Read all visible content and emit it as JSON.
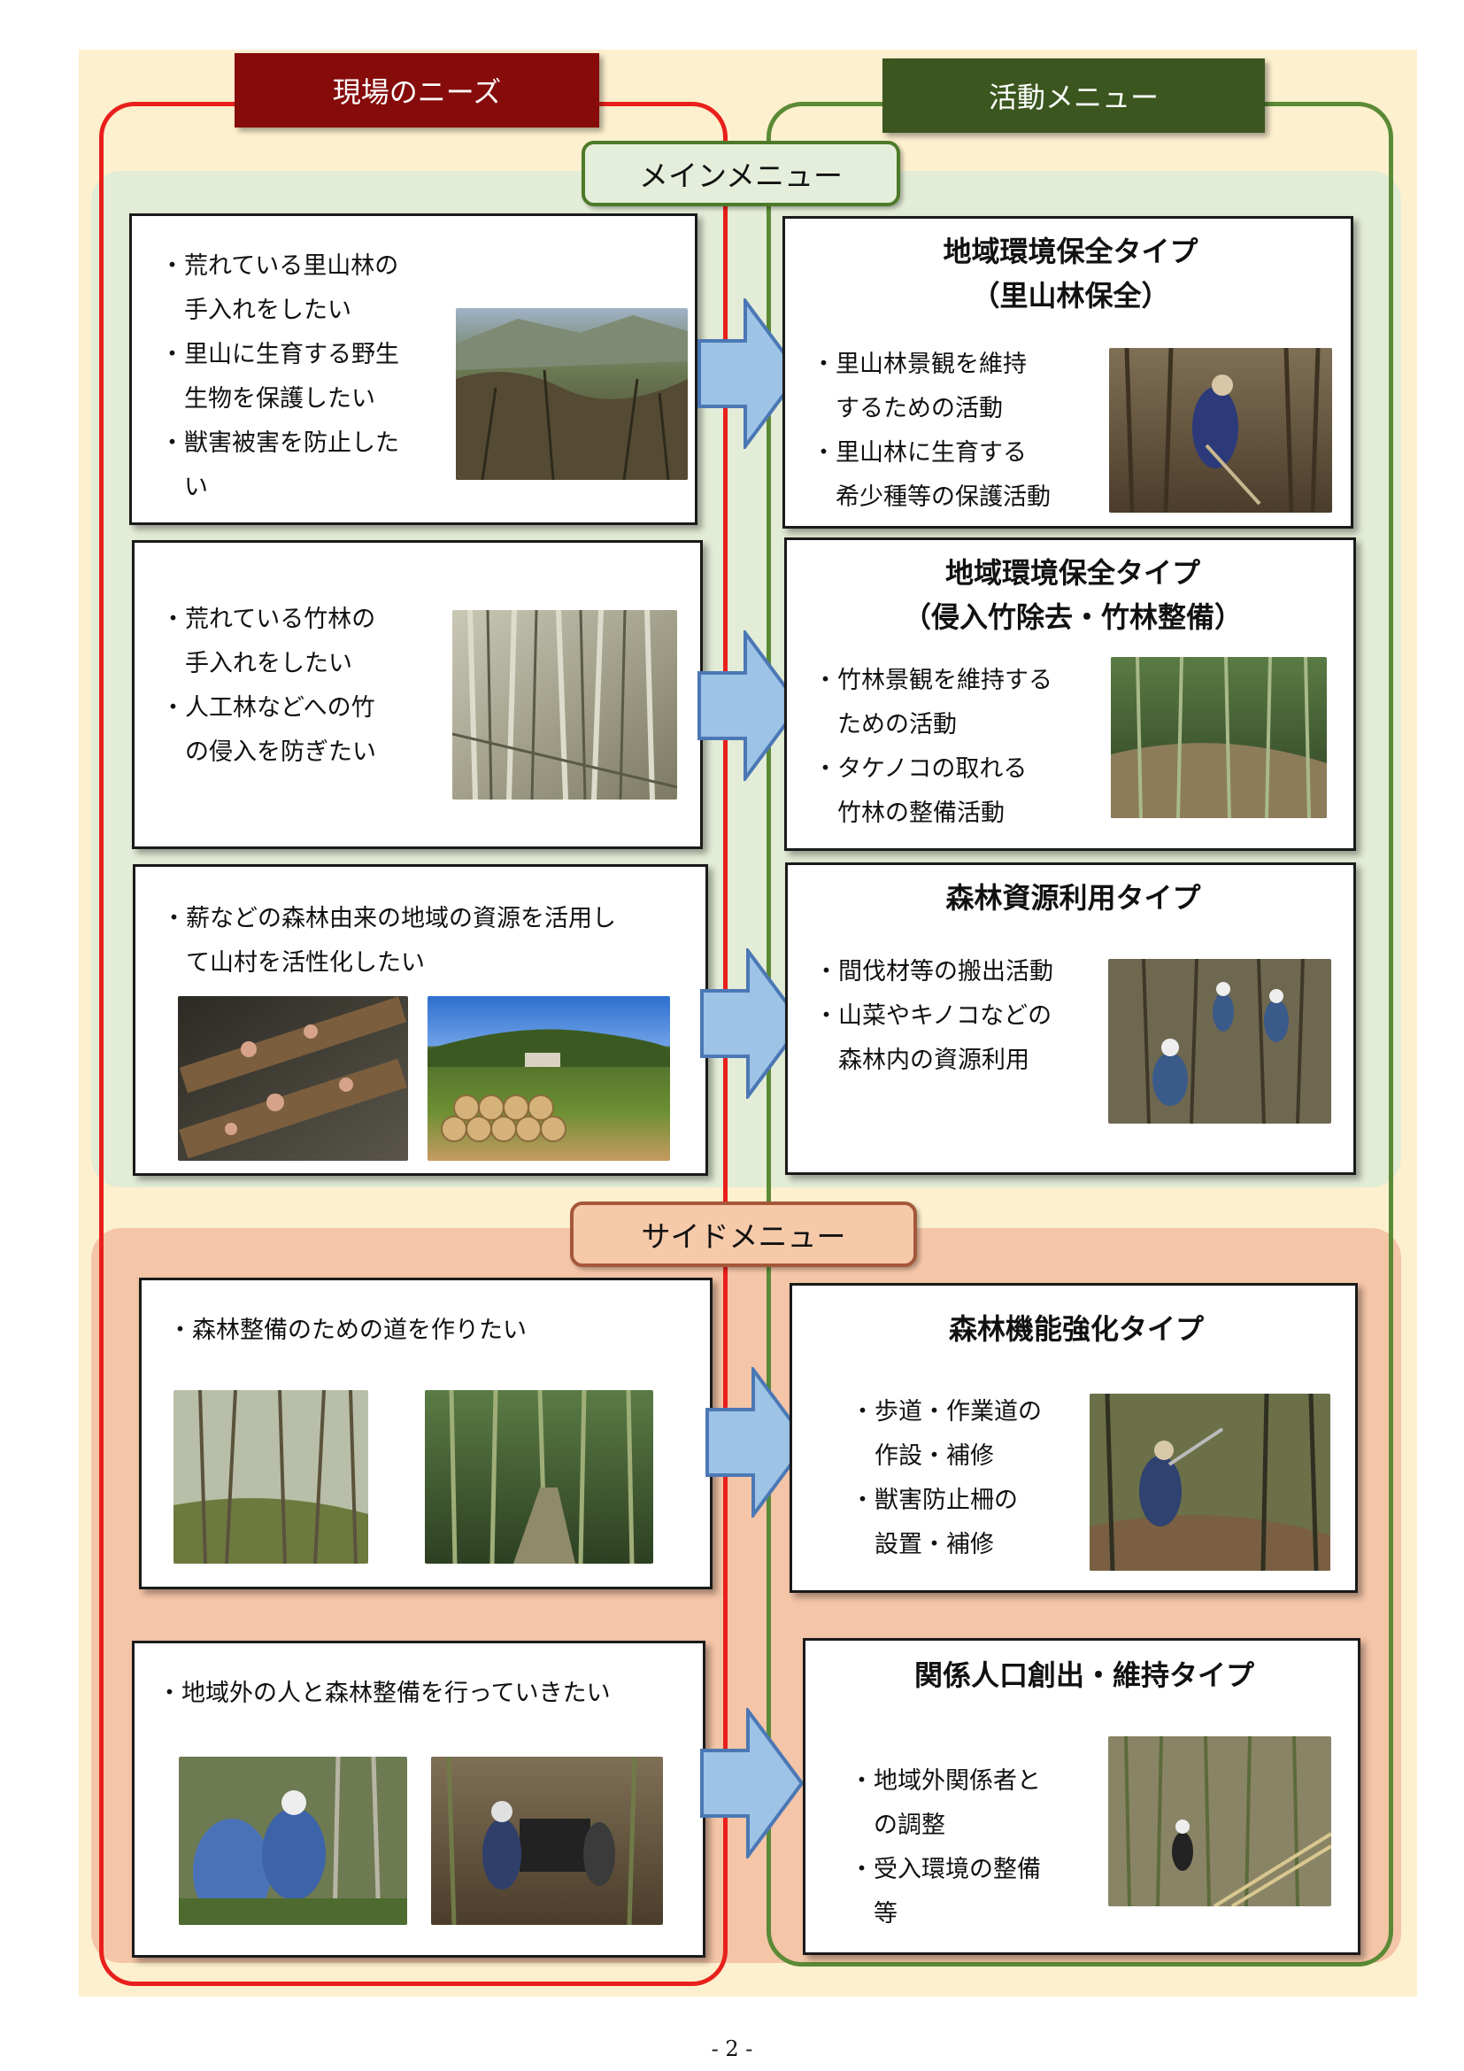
{
  "headers": {
    "needs": "現場のニーズ",
    "activities": "活動メニュー"
  },
  "menus": {
    "main": "メインメニュー",
    "side": "サイドメニュー"
  },
  "needs": [
    {
      "text": "・荒れている里山林の\n　手入れをしたい\n・里山に生育する野生\n　生物を保護したい\n・獣害被害を防止した\n　い",
      "photos": [
        "overgrown-satoyama-forest"
      ]
    },
    {
      "text": "・荒れている竹林の\n　手入れをしたい\n・人工林などへの竹\n　の侵入を防ぎたい",
      "photos": [
        "dense-bamboo-grove"
      ]
    },
    {
      "text": "・薪などの森林由来の地域の資源を活用し\n　て山村を活性化したい",
      "photos": [
        "shiitake-logs",
        "firewood-village"
      ]
    },
    {
      "text": "・森林整備のための道を作りたい",
      "photos": [
        "forest-path",
        "bamboo-path"
      ]
    },
    {
      "text": "・地域外の人と森林整備を行っていきたい",
      "photos": [
        "volunteers-working",
        "volunteers-machine"
      ]
    }
  ],
  "activities": [
    {
      "title": "地域環境保全タイプ\n（里山林保全）",
      "text": "・里山林景観を維持\n　するための活動\n・里山林に生育する\n　希少種等の保護活動",
      "photo": "raking-leaves"
    },
    {
      "title": "地域環境保全タイプ\n（侵入竹除去・竹林整備）",
      "text": "・竹林景観を維持する\n　ための活動\n・タケノコの取れる\n　竹林の整備活動",
      "photo": "managed-bamboo"
    },
    {
      "title": "森林資源利用タイプ",
      "text": "・間伐材等の搬出活動\n・山菜やキノコなどの\n　森林内の資源利用",
      "photo": "thinning-work"
    },
    {
      "title": "森林機能強化タイプ",
      "text": "・歩道・作業道の\n　作設・補修\n・獣害防止柵の\n　設置・補修",
      "photo": "road-work"
    },
    {
      "title": "関係人口創出・維持タイプ",
      "text": "・地域外関係者と\n　の調整\n・受入環境の整備\n　等",
      "photo": "bamboo-slope"
    }
  ],
  "colors": {
    "needs": "#e8201c",
    "activities": "#5b8a36",
    "main_zone": "#e3ecd6",
    "side_zone": "#f4c5a7",
    "arrow": "#9dc3e6"
  },
  "page_number": "- 2 -"
}
